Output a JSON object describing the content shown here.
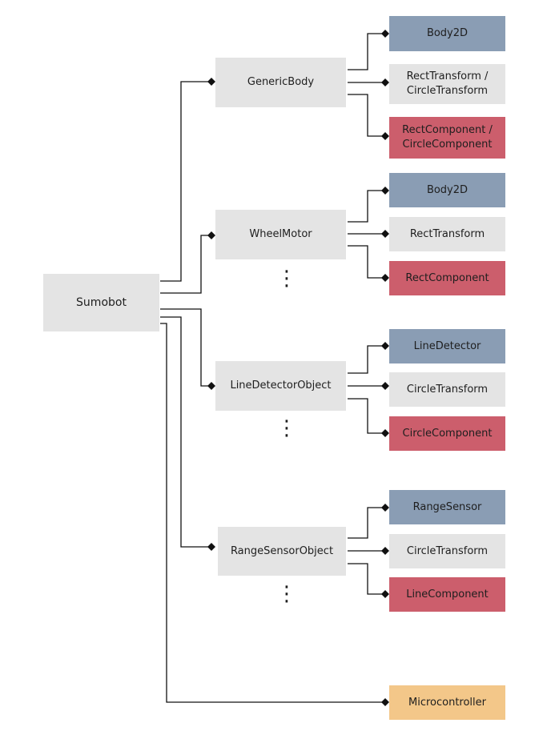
{
  "root": {
    "label": "Sumobot"
  },
  "objects": [
    {
      "label": "GenericBody",
      "children": [
        {
          "label": "Body2D",
          "color": "#8a9db4"
        },
        {
          "label": "RectTransform /\nCircleTransform",
          "color": "#e4e4e4"
        },
        {
          "label": "RectComponent /\nCircleComponent",
          "color": "#cc5e6c"
        }
      ]
    },
    {
      "label": "WheelMotor",
      "children": [
        {
          "label": "Body2D",
          "color": "#8a9db4"
        },
        {
          "label": "RectTransform",
          "color": "#e4e4e4"
        },
        {
          "label": "RectComponent",
          "color": "#cc5e6c"
        }
      ]
    },
    {
      "label": "LineDetectorObject",
      "children": [
        {
          "label": "LineDetector",
          "color": "#8a9db4"
        },
        {
          "label": "CircleTransform",
          "color": "#e4e4e4"
        },
        {
          "label": "CircleComponent",
          "color": "#cc5e6c"
        }
      ]
    },
    {
      "label": "RangeSensorObject",
      "children": [
        {
          "label": "RangeSensor",
          "color": "#8a9db4"
        },
        {
          "label": "CircleTransform",
          "color": "#e4e4e4"
        },
        {
          "label": "LineComponent",
          "color": "#cc5e6c"
        }
      ]
    }
  ],
  "microcontroller": {
    "label": "Microcontroller",
    "color": "#f3c789"
  },
  "ellipsis": "⋮"
}
